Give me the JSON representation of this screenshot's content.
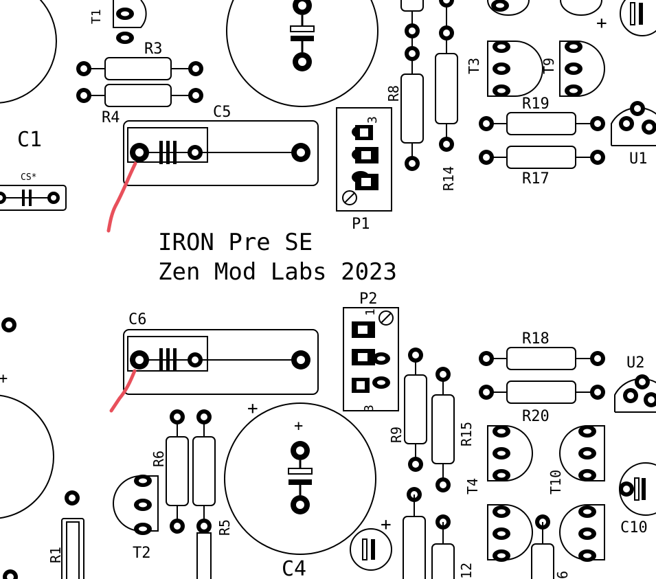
{
  "title": {
    "line1": "IRON Pre SE",
    "line2": "Zen Mod Labs 2023"
  },
  "labels": {
    "T1": "T1",
    "R3": "R3",
    "R4": "R4",
    "C5": "C5",
    "C1": "C1",
    "CS": "CS*",
    "R8": "R8",
    "R14": "R14",
    "P1": "P1",
    "P1_pin3": "3",
    "T3": "T3",
    "T9": "T9",
    "R19": "R19",
    "R17": "R17",
    "U1": "U1",
    "C6": "C6",
    "P2": "P2",
    "P2_pin1": "1",
    "P2_pin3": "3",
    "R18": "R18",
    "R20": "R20",
    "U2": "U2",
    "R9": "R9",
    "R15": "R15",
    "T4": "T4",
    "T10": "T10",
    "C10": "C10",
    "R6": "R6",
    "R5": "R5",
    "T2": "T2",
    "R1": "R1",
    "C4": "C4",
    "label_12": "12",
    "label_6": "6",
    "plus": "+"
  },
  "colors": {
    "ink": "#000000",
    "background": "#ffffff",
    "mark": "#e8505b"
  }
}
